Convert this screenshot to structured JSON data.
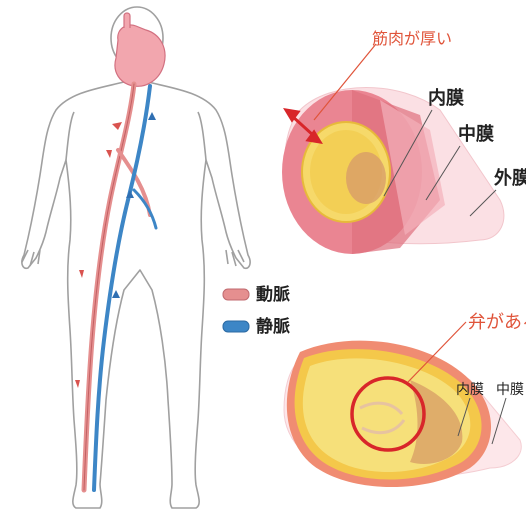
{
  "legend": {
    "artery_label": "動脈",
    "vein_label": "静脈",
    "artery_color": "#e58f8f",
    "vein_color": "#3d86c6"
  },
  "artery_section": {
    "callout": "筋肉が厚い",
    "inner_label": "内膜",
    "middle_label": "中膜",
    "outer_label": "外膜"
  },
  "vein_section": {
    "callout": "弁がある",
    "inner_label": "内膜",
    "middle_label": "中膜"
  },
  "colors": {
    "callout_red": "#e0543a",
    "body_outline": "#9a9a9a",
    "muscle_pink": "#e9828f",
    "wall_yellow": "#f4c84a"
  }
}
